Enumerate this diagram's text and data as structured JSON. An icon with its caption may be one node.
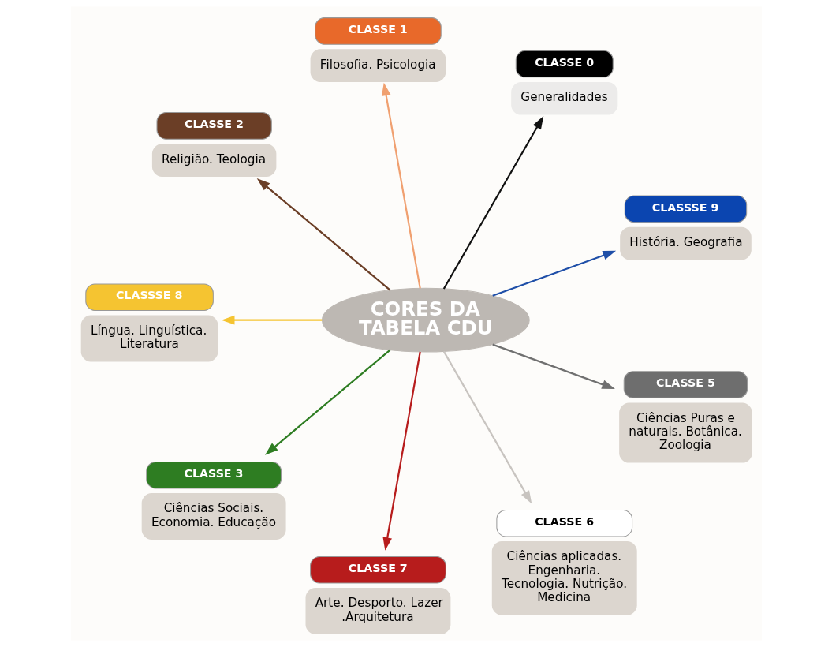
{
  "diagram": {
    "nodes": [
      {
        "text": [
          "CORES DA TABELA CDU"
        ]
      },
      {
        "text": [
          "CLASSSE 9",
          "História. Geografia"
        ]
      },
      {
        "text": [
          "CLASSE 0",
          "Generalidades"
        ]
      },
      {
        "text": [
          "CLASSE 1",
          "Filosofia. Psicologia"
        ]
      },
      {
        "text": [
          "CLASSE 2",
          "Religião. Teologia"
        ]
      },
      {
        "text": [
          "CLASSSE 8",
          "Língua. Linguística. Literatura"
        ]
      },
      {
        "text": [
          "CLASSE 3",
          "Ciências Sociais. Economia. Educação"
        ]
      },
      {
        "text": [
          "CLASSE 7",
          "Arte. Desporto. Lazer .Arquitetura"
        ]
      },
      {
        "text": [
          "CLASSE 6",
          "Ciências aplicadas. Engenharia. Tecnologia. Nutrição. Medicina"
        ]
      },
      {
        "text": [
          "CLASSE 5",
          "Ciências Puras e naturais. Botânica. Zoologia"
        ]
      }
    ],
    "edges": [
      {
        "from": 0,
        "to": 1,
        "arrow": "to",
        "color": "#1f4fa8"
      },
      {
        "from": 0,
        "to": 2,
        "arrow": "to",
        "color": "#111111"
      },
      {
        "from": 0,
        "to": 3,
        "arrow": "to",
        "color": "#f0a070"
      },
      {
        "from": 0,
        "to": 4,
        "arrow": "to",
        "color": "#6b3e26"
      },
      {
        "from": 0,
        "to": 5,
        "arrow": "to",
        "color": "#f5c431"
      },
      {
        "from": 0,
        "to": 6,
        "arrow": "to",
        "color": "#2e7d22"
      },
      {
        "from": 0,
        "to": 7,
        "arrow": "to",
        "color": "#b71c1c"
      },
      {
        "from": 0,
        "to": 8,
        "arrow": "to",
        "color": "#c8c4c0"
      },
      {
        "from": 0,
        "to": 9,
        "arrow": "to",
        "color": "#707070"
      }
    ]
  }
}
